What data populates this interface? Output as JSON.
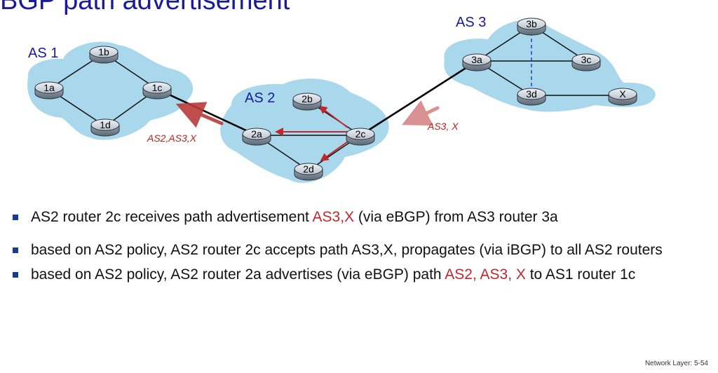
{
  "title": "BGP path advertisement",
  "as_labels": {
    "as1": "AS 1",
    "as2": "AS 2",
    "as3": "AS 3"
  },
  "routers": {
    "r1a": "1a",
    "r1b": "1b",
    "r1c": "1c",
    "r1d": "1d",
    "r2a": "2a",
    "r2b": "2b",
    "r2c": "2c",
    "r2d": "2d",
    "r3a": "3a",
    "r3b": "3b",
    "r3c": "3c",
    "r3d": "3d",
    "rx": "X"
  },
  "advertisements": {
    "to_2c": "AS3, X",
    "to_1c": "AS2,AS3,X"
  },
  "colors": {
    "cloud": "#a9d8ec",
    "as_label": "#1a1a9c",
    "arrow": "#b93a3a",
    "highlight": "#c0282d",
    "bullet": "#1a3c8c"
  },
  "bullets": {
    "b1_pre": "AS2 router 2c receives path advertisement ",
    "b1_hl": "AS3,X",
    "b1_post": " (via eBGP) from AS3 router 3a",
    "b2": "based on AS2 policy, AS2 router 2c accepts path AS3,X, propagates (via iBGP) to all AS2 routers",
    "b3_pre": "based on AS2 policy,  AS2 router 2a advertises (via eBGP)  path ",
    "b3_hl": "AS2, AS3, X",
    "b3_post": "   to AS1 router 1c"
  },
  "footer": "Network Layer: 5-54"
}
